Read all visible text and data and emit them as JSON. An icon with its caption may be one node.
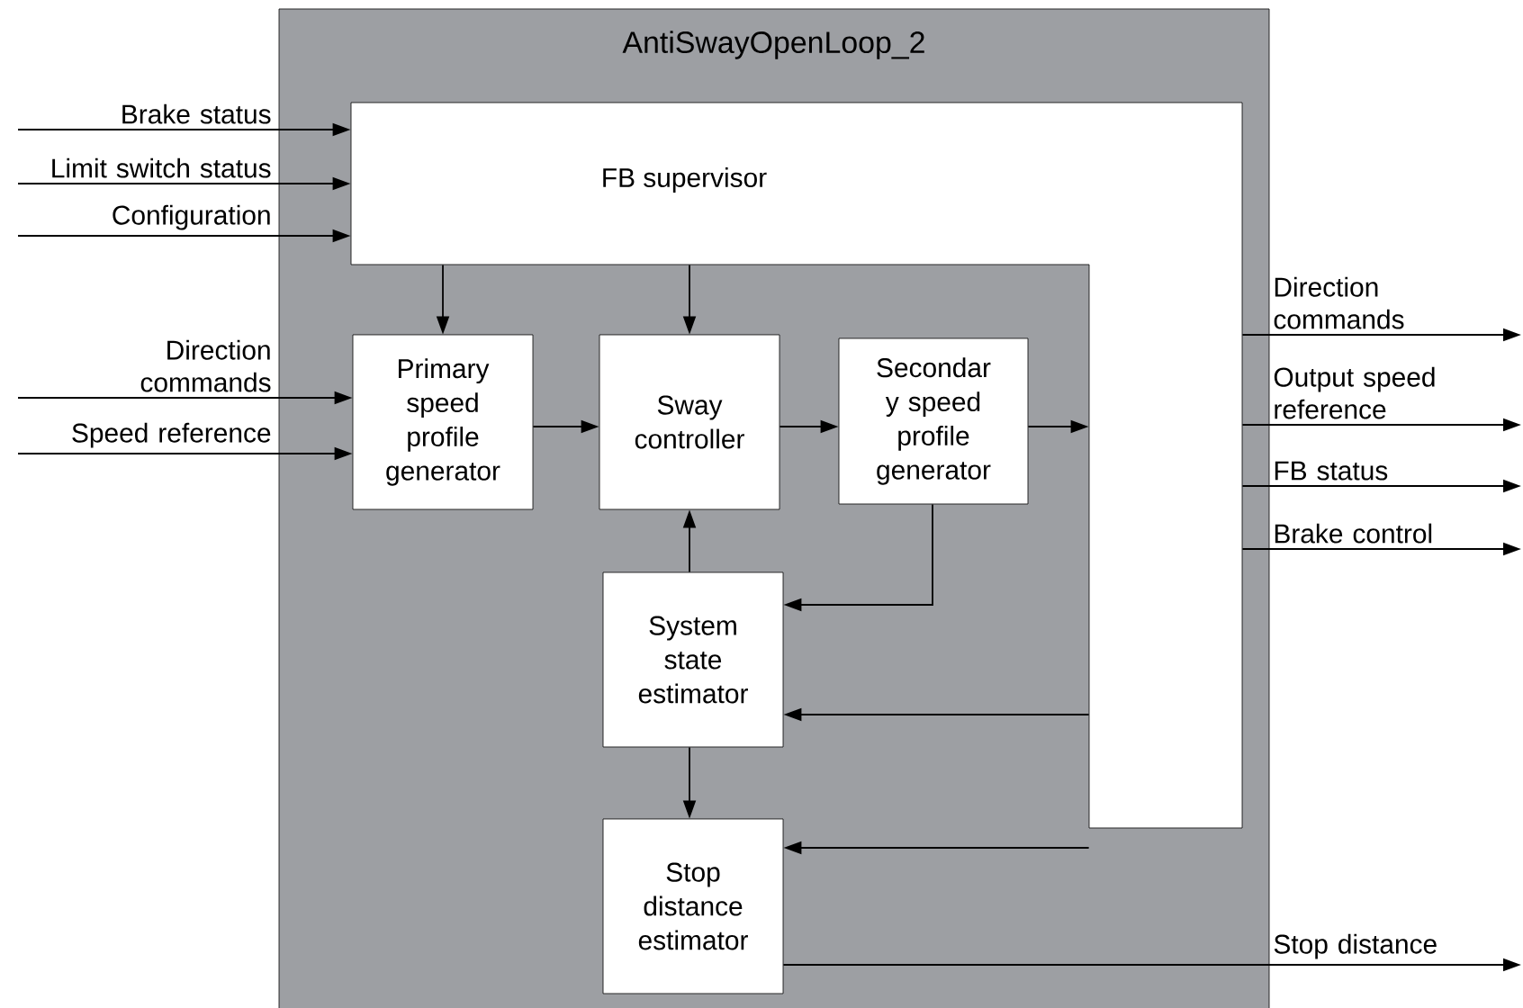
{
  "diagram": {
    "nodes": [
      {
        "text": [
          "AntiSwayOpenLoop_2"
        ]
      },
      {
        "text": [
          "FB supervisor"
        ],
        "in": 0
      },
      {
        "text": [
          "Primary speed profile generator"
        ],
        "in": 0
      },
      {
        "text": [
          "Sway controller"
        ],
        "in": 0
      },
      {
        "text": [
          "Secondar y speed profile generator"
        ],
        "in": 0
      },
      {
        "text": [
          "System state estimator"
        ],
        "in": 0
      },
      {
        "text": [
          "Stop distance estimator"
        ],
        "in": 0
      }
    ],
    "edges": [
      {
        "from": null,
        "to": 1,
        "arrow": "to",
        "label": "Brake status"
      },
      {
        "from": null,
        "to": 1,
        "arrow": "to",
        "label": "Limit switch status"
      },
      {
        "from": null,
        "to": 1,
        "arrow": "to",
        "label": "Configuration"
      },
      {
        "from": null,
        "to": 2,
        "arrow": "to",
        "label": "Direction commands"
      },
      {
        "from": null,
        "to": 2,
        "arrow": "to",
        "label": "Speed reference"
      },
      {
        "from": 1,
        "to": 2,
        "arrow": "to"
      },
      {
        "from": 1,
        "to": 3,
        "arrow": "to"
      },
      {
        "from": 2,
        "to": 3,
        "arrow": "to"
      },
      {
        "from": 3,
        "to": 4,
        "arrow": "to"
      },
      {
        "from": 4,
        "to": 1,
        "arrow": "to"
      },
      {
        "from": 4,
        "to": 5,
        "arrow": "to"
      },
      {
        "from": 5,
        "to": 3,
        "arrow": "to"
      },
      {
        "from": 1,
        "to": 5,
        "arrow": "to"
      },
      {
        "from": 5,
        "to": 6,
        "arrow": "to"
      },
      {
        "from": 1,
        "to": 6,
        "arrow": "to"
      },
      {
        "from": 1,
        "to": null,
        "arrow": "to",
        "label": "Direction commands"
      },
      {
        "from": 1,
        "to": null,
        "arrow": "to",
        "label": "Output speed reference"
      },
      {
        "from": 1,
        "to": null,
        "arrow": "to",
        "label": "FB status"
      },
      {
        "from": 1,
        "to": null,
        "arrow": "to",
        "label": "Brake control"
      },
      {
        "from": 6,
        "to": null,
        "arrow": "to",
        "label": "Stop distance"
      }
    ]
  }
}
